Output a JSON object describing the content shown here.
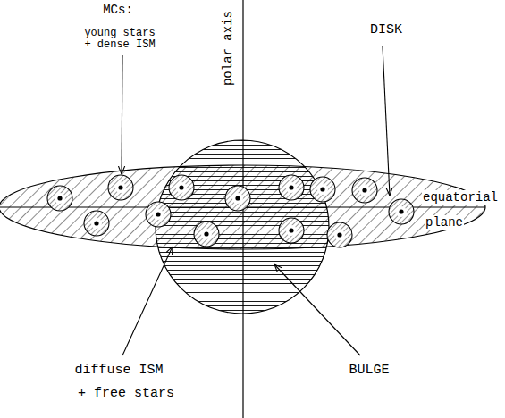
{
  "diagram": {
    "labels": [
      "MCs:",
      "young stars",
      "+ dense ISM",
      "polar axis",
      "DISK",
      "equatorial",
      "plane",
      "diffuse ISM",
      "+ free stars",
      "BULGE"
    ]
  }
}
